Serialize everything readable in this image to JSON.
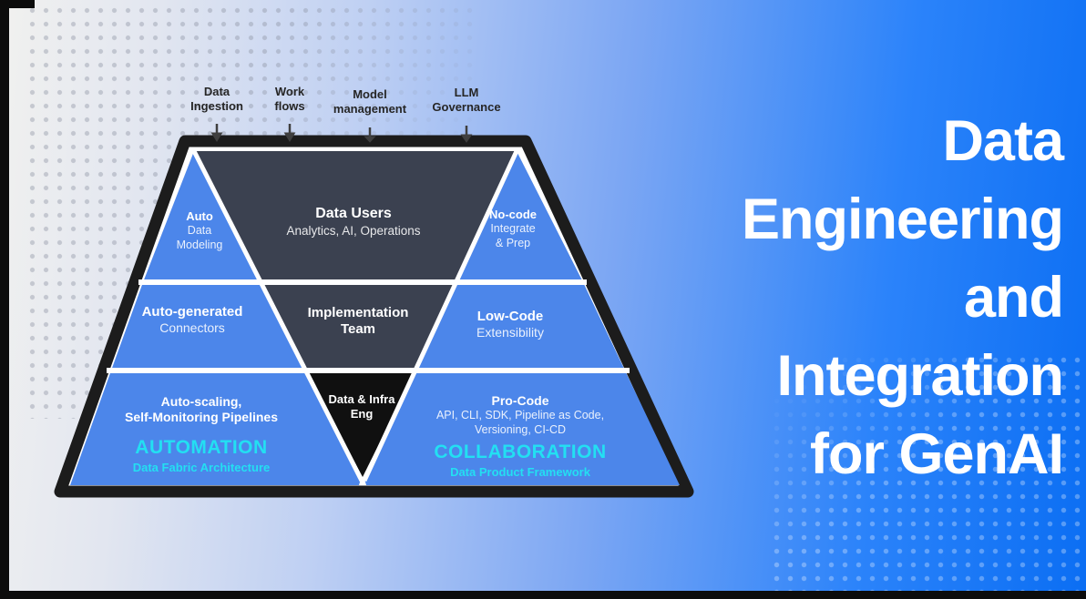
{
  "title": {
    "text": "Data\nEngineering\nand\nIntegration\nfor GenAI"
  },
  "colors": {
    "panel_blue": "#4c86ea",
    "slate": "#3b4150",
    "funnel_black": "#101010",
    "outline_black": "#1c1c1c",
    "accent_cyan": "#23dff2",
    "background_blue": "#0b6ef3"
  },
  "top_labels": [
    {
      "label": "Data\nIngestion"
    },
    {
      "label": "Work\nflows"
    },
    {
      "label": "Model\nmanagement"
    },
    {
      "label": "LLM\nGovernance"
    }
  ],
  "pyramid": {
    "band1": {
      "left": {
        "title": "Auto",
        "lines": "Data\nModeling"
      },
      "center": {
        "title": "Data Users",
        "subtitle": "Analytics, AI, Operations"
      },
      "right": {
        "title": "No-code",
        "lines": "Integrate\n& Prep"
      }
    },
    "band2": {
      "left": {
        "title": "Auto-generated",
        "lines": "Connectors"
      },
      "center": {
        "title": "Implementation\nTeam"
      },
      "right": {
        "title": "Low-Code",
        "lines": "Extensibility"
      }
    },
    "band3": {
      "left": {
        "title": "Auto-scaling,\nSelf-Monitoring  Pipelines",
        "heading": "AUTOMATION",
        "subheading": "Data Fabric Architecture"
      },
      "center": {
        "title": "Data & Infra\nEng"
      },
      "right": {
        "title": "Pro-Code",
        "lines": "API, CLI, SDK, Pipeline as Code,\nVersioning, CI-CD",
        "heading": "COLLABORATION",
        "subheading": "Data Product Framework"
      }
    }
  }
}
